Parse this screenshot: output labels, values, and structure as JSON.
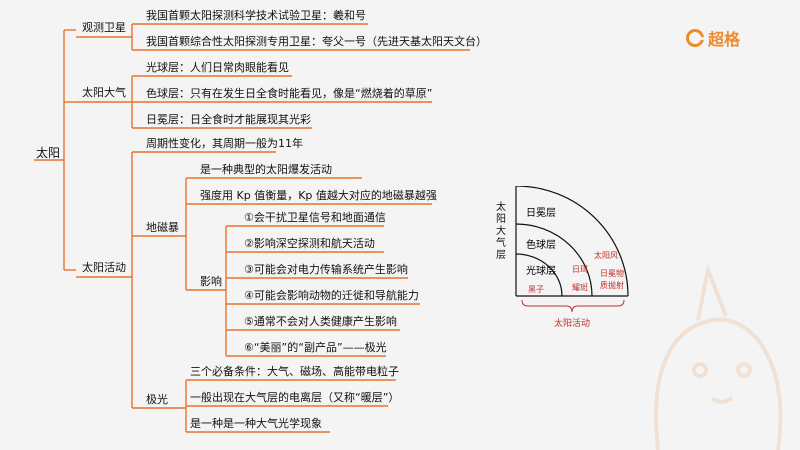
{
  "brand": {
    "name": "超格",
    "logo_icon": "chaoge-logo-icon",
    "accent": "#f08a2a"
  },
  "mindmap": {
    "root": "太阳",
    "observe": {
      "label": "观测卫星",
      "items": [
        "我国首颗太阳探测科学技术试验卫星：羲和号",
        "我国首颗综合性太阳探测专用卫星：夸父一号（先进天基太阳天文台）"
      ]
    },
    "atmosphere": {
      "label": "太阳大气",
      "items": [
        "光球层：人们日常肉眼能看见",
        "色球层：只有在发生日全食时能看见，像是“燃烧着的草原”",
        "日冕层：日全食时才能展现其光彩"
      ]
    },
    "activity": {
      "label": "太阳活动",
      "period": "周期性变化，其周期一般为11年",
      "storm": {
        "label": "地磁暴",
        "items": [
          "是一种典型的太阳爆发活动",
          "强度用 Kp 值衡量，Kp 值越大对应的地磁暴越强"
        ],
        "impact": {
          "label": "影响",
          "items": [
            "①会干扰卫星信号和地面通信",
            "②影响深空探测和航天活动",
            "③可能会对电力传输系统产生影响",
            "④可能会影响动物的迁徙和导航能力",
            "⑤通常不会对人类健康产生影响",
            "⑥“美丽”的“副产品”——极光"
          ]
        }
      },
      "aurora": {
        "label": "极光",
        "items": [
          "三个必备条件：大气、磁场、高能带电粒子",
          "一般出现在大气层的电离层（又称“暖层”）",
          "是一种是一种大气光学现象"
        ]
      }
    }
  },
  "layer_diagram": {
    "vertical_label": "太阳大气层",
    "layers": [
      "日冕层",
      "色球层",
      "光球层"
    ],
    "activities": [
      "黑子",
      "日珥",
      "耀斑",
      "太阳风",
      "日冕物质抛射"
    ],
    "bottom_label": "太阳活动"
  }
}
